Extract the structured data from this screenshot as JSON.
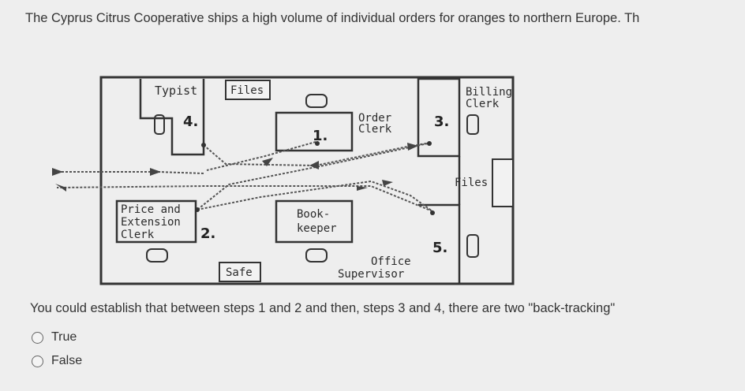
{
  "question": {
    "text": "The Cyprus Citrus Cooperative ships a high volume of individual orders for oranges to northern Europe. Th"
  },
  "diagram": {
    "labels": {
      "typist": "Typist",
      "files_top": "Files",
      "billing_1": "Billing",
      "billing_2": "Clerk",
      "order_1": "Order",
      "order_2": "Clerk",
      "files_right": "Files",
      "price_1": "Price and",
      "price_2": "Extension",
      "price_3": "Clerk",
      "book_1": "Book-",
      "book_2": "keeper",
      "office_1": "Office",
      "office_2": "Supervisor",
      "safe": "Safe"
    },
    "steps": [
      "1.",
      "2.",
      "3.",
      "4.",
      "5."
    ]
  },
  "statement": {
    "text": "You could establish that between steps 1 and 2 and then, steps 3 and 4, there are two \"back-tracking\""
  },
  "options": [
    {
      "label": "True"
    },
    {
      "label": "False"
    }
  ]
}
